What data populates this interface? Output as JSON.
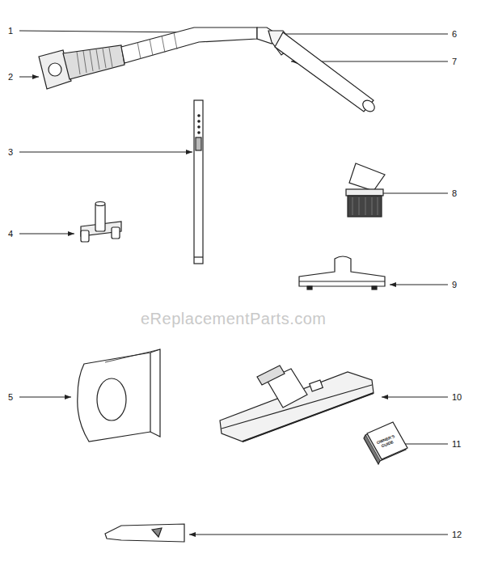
{
  "diagram": {
    "labels": [
      "1",
      "2",
      "3",
      "4",
      "5",
      "6",
      "7",
      "8",
      "9",
      "10",
      "11",
      "12",
      "eReplacementParts.com",
      "OWNER'S GUIDE"
    ]
  }
}
